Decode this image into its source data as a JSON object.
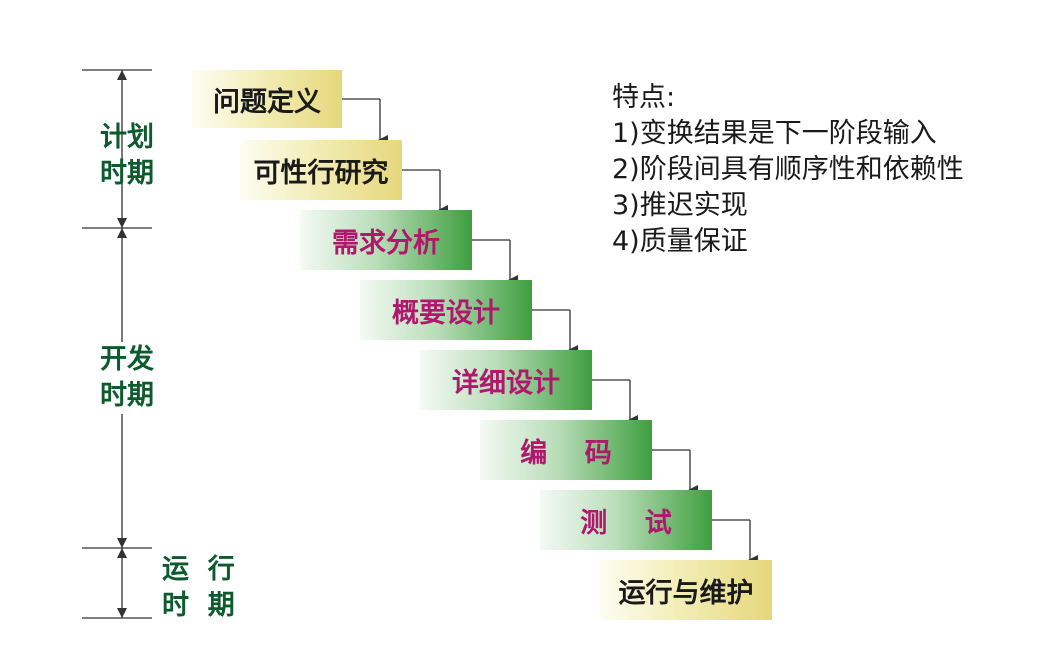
{
  "phases": [
    {
      "line1": "计划",
      "line2": "时期"
    },
    {
      "line1": "开发",
      "line2": "时期"
    },
    {
      "line1": "运  行",
      "line2": "时  期"
    }
  ],
  "stages": [
    {
      "label": "问题定义"
    },
    {
      "label": "可性行研究"
    },
    {
      "label": "需求分析"
    },
    {
      "label": "概要设计"
    },
    {
      "label": "详细设计"
    },
    {
      "label": "编    码"
    },
    {
      "label": "测    试"
    },
    {
      "label": "运行与维护"
    }
  ],
  "features": {
    "title": "特点:",
    "items": [
      "1)变换结果是下一阶段输入",
      "2)阶段间具有顺序性和依赖性",
      "3)推迟实现",
      "4)质量保证"
    ]
  },
  "colors": {
    "phase_text": "#0d5a2e",
    "green_text": "#b0186e",
    "line": "#333333"
  }
}
